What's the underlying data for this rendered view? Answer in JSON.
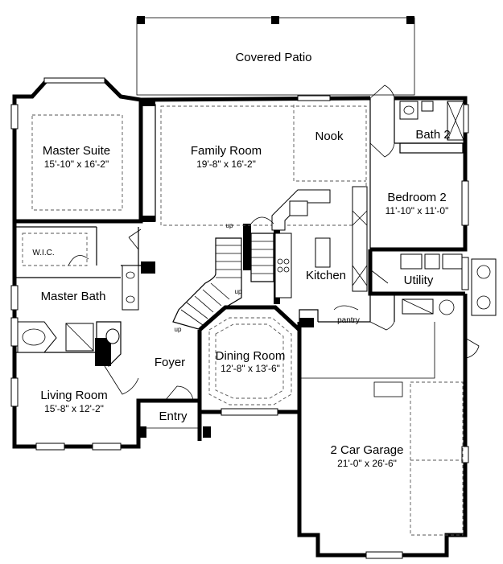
{
  "rooms": {
    "covered_patio": {
      "name": "Covered Patio"
    },
    "master_suite": {
      "name": "Master Suite",
      "dims": "15'-10\" x 16'-2\""
    },
    "family_room": {
      "name": "Family Room",
      "dims": "19'-8\" x 16'-2\""
    },
    "nook": {
      "name": "Nook"
    },
    "bath2": {
      "name": "Bath 2"
    },
    "bedroom2": {
      "name": "Bedroom 2",
      "dims": "11'-10\" x 11'-0\""
    },
    "wic": {
      "name": "W.I.C."
    },
    "kitchen": {
      "name": "Kitchen"
    },
    "utility": {
      "name": "Utility"
    },
    "master_bath": {
      "name": "Master Bath"
    },
    "pantry": {
      "name": "pantry"
    },
    "foyer": {
      "name": "Foyer"
    },
    "dining_room": {
      "name": "Dining Room",
      "dims": "12'-8\" x 13'-6\""
    },
    "living_room": {
      "name": "Living Room",
      "dims": "15'-8\" x 12'-2\""
    },
    "entry": {
      "name": "Entry"
    },
    "garage": {
      "name": "2 Car Garage",
      "dims": "21'-0\" x 26'-6\""
    }
  },
  "stair_labels": {
    "up1": "up",
    "up2": "up",
    "up3": "up"
  }
}
